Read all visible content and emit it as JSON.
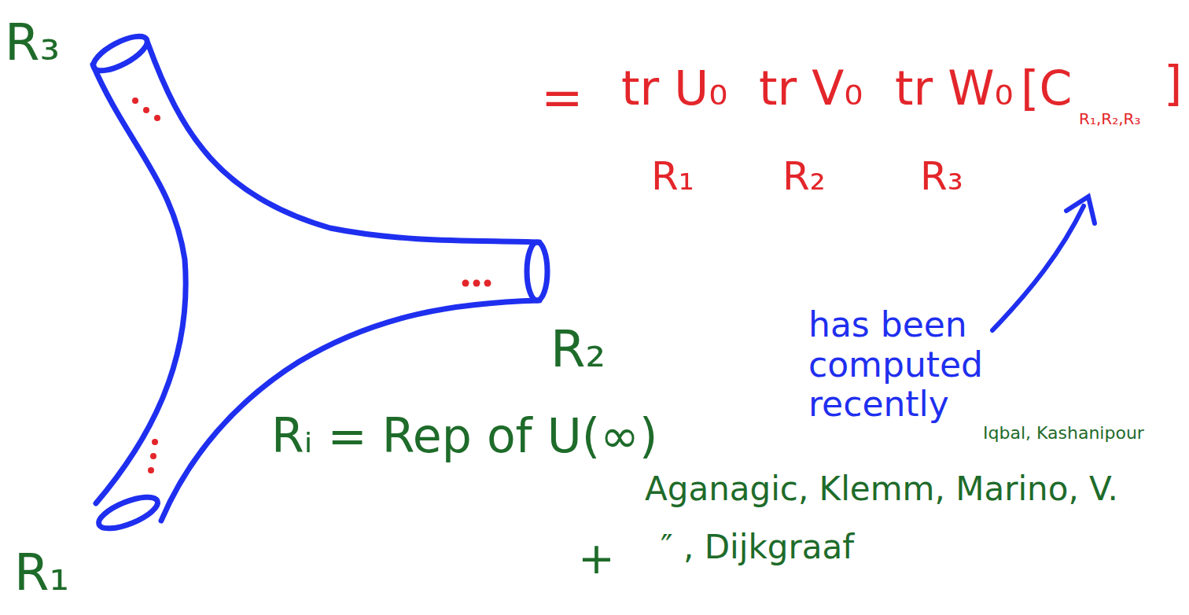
{
  "diagram": {
    "labels": [
      "R₃",
      "=",
      "tr U₀",
      "tr V₀",
      "tr W₀",
      "[C",
      "R₁,R₂,R₃",
      "]",
      "R₁",
      "R₂",
      "R₃",
      "R₂",
      "has been computed recently",
      "Iqbal, Kashanipour",
      "Rᵢ = Rep of U(∞)",
      "+",
      "Aganagic, Klemm, Marino, V.",
      "″ , Dijkgraaf",
      "R₁"
    ]
  }
}
